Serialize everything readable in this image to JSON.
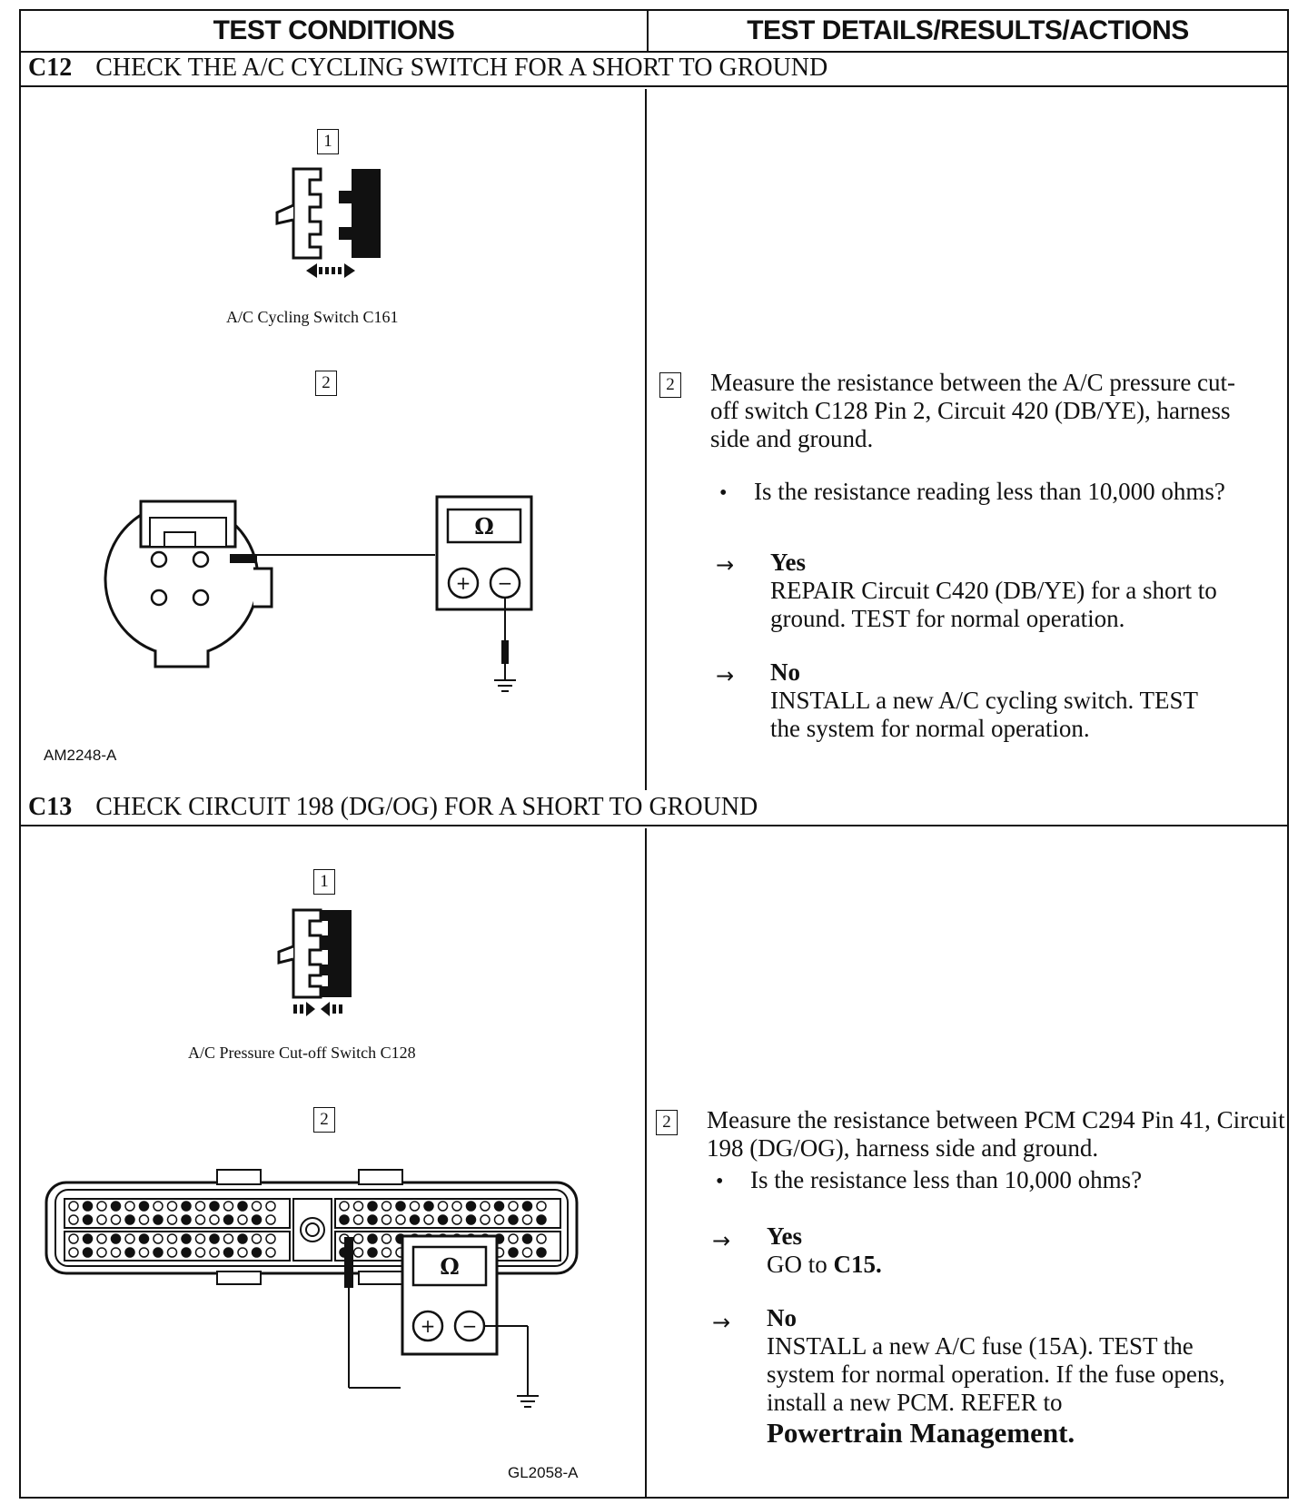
{
  "header": {
    "left": "TEST CONDITIONS",
    "right": "TEST DETAILS/RESULTS/ACTIONS"
  },
  "sections": [
    {
      "code": "C12",
      "title": "CHECK THE A/C CYCLING SWITCH FOR A SHORT TO GROUND",
      "step1_label": "1",
      "step1_caption": "A/C Cycling Switch C161",
      "step2_label": "2",
      "figure_id": "AM2248-A",
      "meter_symbol": "Ω",
      "plus": "+",
      "minus": "−",
      "detail_step": "2",
      "instruction": "Measure the resistance between the A/C pressure cut-off switch C128 Pin 2, Circuit 420 (DB/YE), harness side and ground.",
      "question": "Is the resistance reading less than 10,000 ohms?",
      "yes_label": "Yes",
      "yes_action": "REPAIR Circuit C420 (DB/YE) for a short to ground. TEST for normal operation.",
      "no_label": "No",
      "no_action": "INSTALL a new A/C cycling switch. TEST the system for normal operation."
    },
    {
      "code": "C13",
      "title": "CHECK CIRCUIT 198 (DG/OG) FOR A SHORT TO GROUND",
      "step1_label": "1",
      "step1_caption": "A/C Pressure Cut-off Switch C128",
      "step2_label": "2",
      "figure_id": "GL2058-A",
      "meter_symbol": "Ω",
      "plus": "+",
      "minus": "−",
      "detail_step": "2",
      "instruction": "Measure the resistance between PCM C294 Pin 41, Circuit 198 (DG/OG), harness side and ground.",
      "question": "Is the resistance less than 10,000 ohms?",
      "yes_label": "Yes",
      "yes_action_prefix": "GO to ",
      "yes_action_ref": "C15.",
      "no_label": "No",
      "no_action": "INSTALL a new A/C fuse (15A). TEST the system for normal operation. If the fuse opens, install a new PCM. REFER to",
      "no_action_ref": "Powertrain Management."
    }
  ]
}
